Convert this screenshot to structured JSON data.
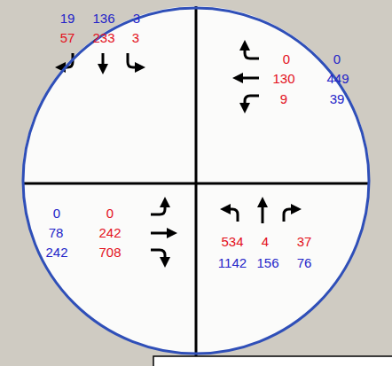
{
  "diagram": {
    "nodes": [
      {
        "text": [
          "19",
          "136",
          "3",
          "57",
          "233",
          "3",
          "0",
          "0",
          "130",
          "449",
          "9",
          "39",
          "0",
          "0",
          "78",
          "242",
          "242",
          "708",
          "534",
          "4",
          "37",
          "1142",
          "156",
          "76"
        ]
      }
    ]
  }
}
